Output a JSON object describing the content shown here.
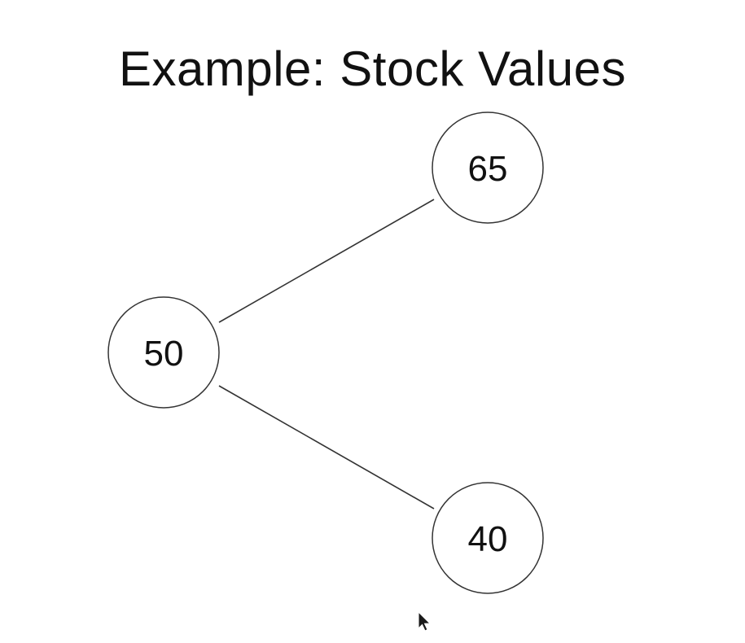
{
  "slide": {
    "title": "Example: Stock Values"
  },
  "tree": {
    "root": {
      "value": "50"
    },
    "children": [
      {
        "value": "65"
      },
      {
        "value": "40"
      }
    ]
  },
  "colors": {
    "stroke": "#333333",
    "text": "#111111",
    "background": "#ffffff"
  },
  "icons": {
    "cursor": "mouse-pointer-icon"
  }
}
